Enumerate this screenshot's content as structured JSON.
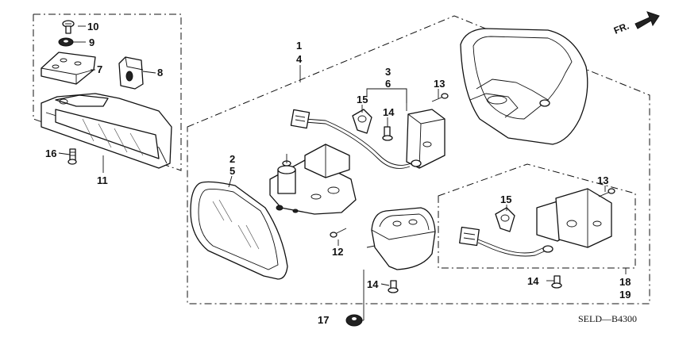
{
  "diagram": {
    "direction_label": "FR.",
    "drawing_code": "SELD—B4300",
    "callouts": {
      "c1": "1",
      "c2": "2",
      "c3": "3",
      "c4": "4",
      "c5": "5",
      "c6": "6",
      "c7": "7",
      "c8": "8",
      "c9": "9",
      "c10": "10",
      "c11": "11",
      "c12": "12",
      "c13a": "13",
      "c13b": "13",
      "c14a": "14",
      "c14b": "14",
      "c14c": "14",
      "c15a": "15",
      "c15b": "15",
      "c16": "16",
      "c17": "17",
      "c18": "18",
      "c19": "19"
    }
  }
}
